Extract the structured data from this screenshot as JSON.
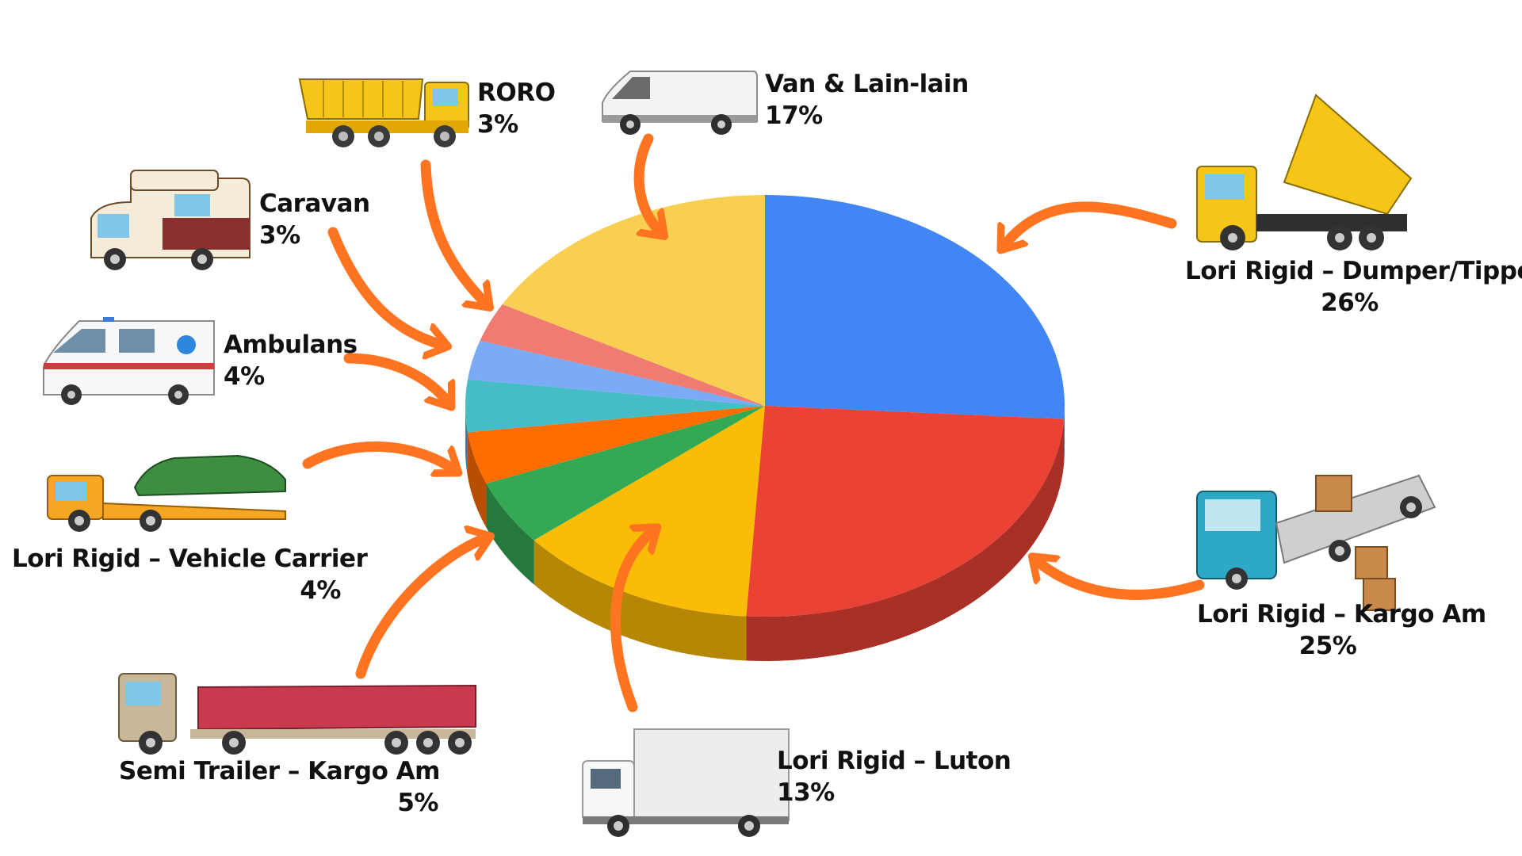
{
  "chart_data": {
    "type": "pie",
    "title": "",
    "slices": [
      {
        "label": "Lori Rigid – Dumper/Tipper",
        "value": 26,
        "value_text": "26%",
        "color": "#4285F4",
        "vehicle_icon": "dump-truck-icon"
      },
      {
        "label": "Lori Rigid – Kargo Am",
        "value": 25,
        "value_text": "25%",
        "color": "#EA4335",
        "vehicle_icon": "flatbed-cargo-truck-icon"
      },
      {
        "label": "Lori Rigid – Luton",
        "value": 13,
        "value_text": "13%",
        "color": "#FBBC05",
        "vehicle_icon": "box-truck-icon"
      },
      {
        "label": "Semi Trailer – Kargo Am",
        "value": 5,
        "value_text": "5%",
        "color": "#34A853",
        "vehicle_icon": "semi-trailer-icon"
      },
      {
        "label": "Lori Rigid – Vehicle Carrier",
        "value": 4,
        "value_text": "4%",
        "color": "#FF6D01",
        "vehicle_icon": "tow-truck-icon"
      },
      {
        "label": "Ambulans",
        "value": 4,
        "value_text": "4%",
        "color": "#46BDC6",
        "vehicle_icon": "ambulance-icon"
      },
      {
        "label": "Caravan",
        "value": 3,
        "value_text": "3%",
        "color": "#7BAAF7",
        "vehicle_icon": "caravan-icon"
      },
      {
        "label": "RORO",
        "value": 3,
        "value_text": "3%",
        "color": "#F07B72",
        "vehicle_icon": "roro-truck-icon"
      },
      {
        "label": "Van & Lain-lain",
        "value": 17,
        "value_text": "17%",
        "color": "#F8CF50",
        "vehicle_icon": "van-icon"
      }
    ],
    "start": "top (12 o'clock), clockwise",
    "style": "3d-pie",
    "legend": "none",
    "annotations": "vehicle illustrations with orange curved arrows pointing to slices",
    "arrow_color": "#FF7421"
  }
}
